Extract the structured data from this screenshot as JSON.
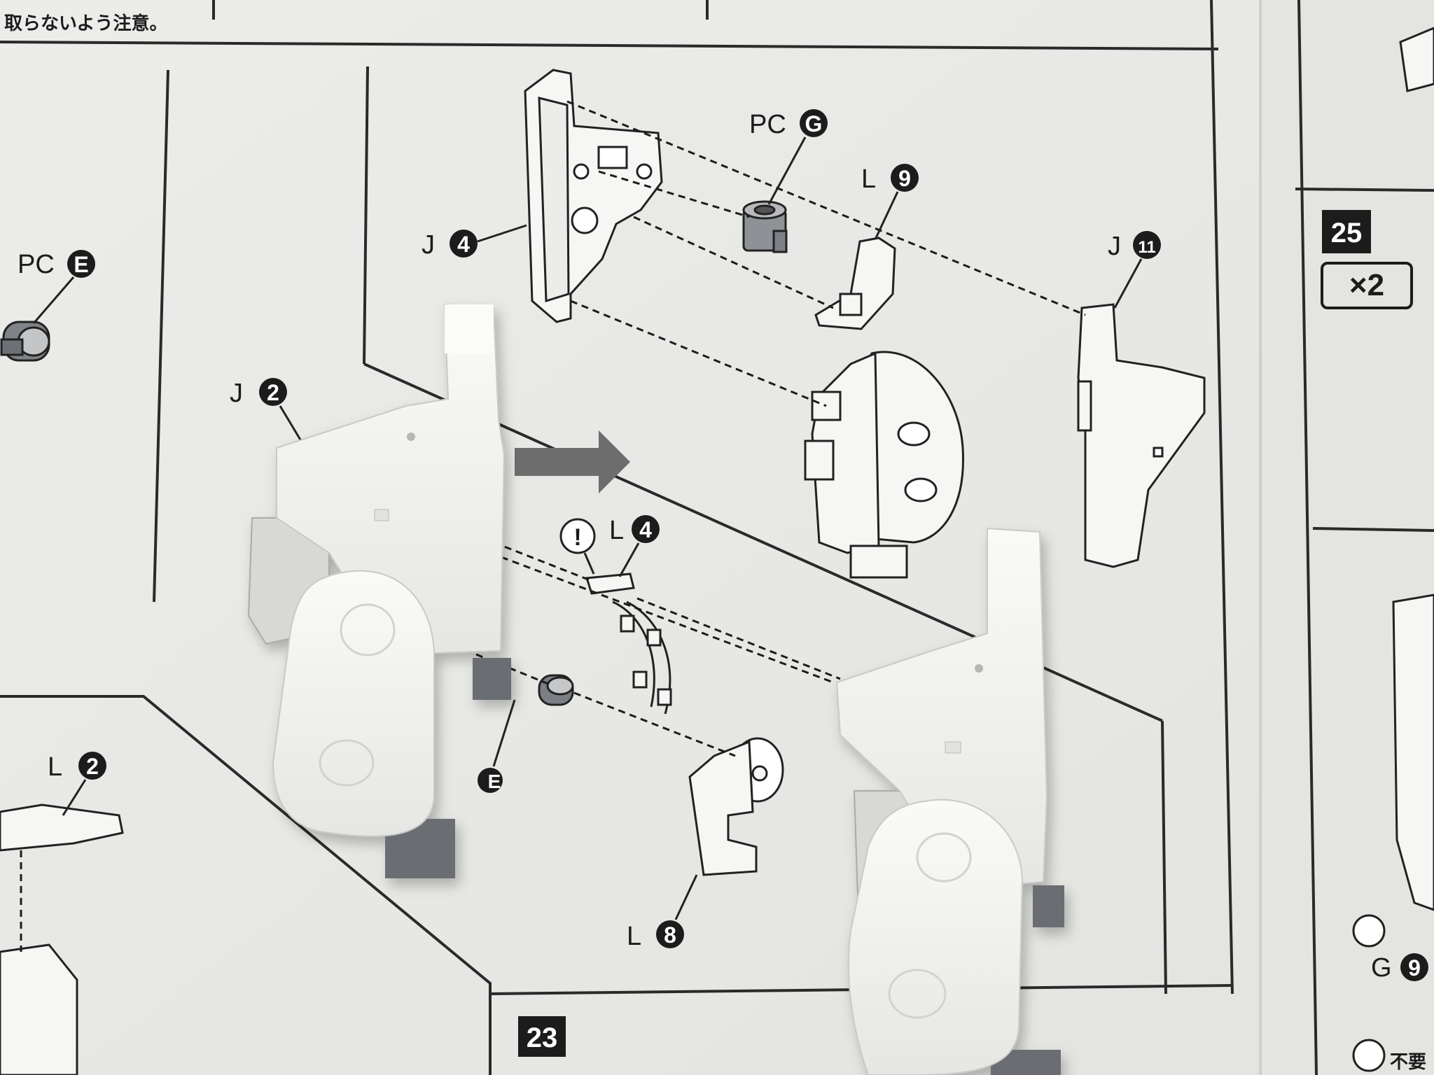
{
  "header_note": "取らないよう注意。",
  "parts": {
    "pc_g": {
      "prefix": "PC",
      "badge": "G"
    },
    "l9": {
      "prefix": "L",
      "badge": "9"
    },
    "j4": {
      "prefix": "J",
      "badge": "4"
    },
    "j11": {
      "prefix": "J",
      "badge": "11"
    },
    "pc_e": {
      "prefix": "PC",
      "badge": "E"
    },
    "j2": {
      "prefix": "J",
      "badge": "2"
    },
    "l4": {
      "prefix": "L",
      "badge": "4"
    },
    "l8": {
      "prefix": "L",
      "badge": "8"
    },
    "l2": {
      "prefix": "L",
      "badge": "2"
    },
    "g9": {
      "prefix": "G",
      "badge": "9"
    },
    "e_partial": {
      "badge": "E"
    }
  },
  "caution_mark": "!",
  "steps": {
    "step23": "23",
    "step25": "25",
    "step25_multiplier": "×2"
  },
  "unused_note": "不要",
  "colors": {
    "paper": "#eeeeeb",
    "plastic_white": "#f4f4f2",
    "plastic_gray": "#6b6e73",
    "ink": "#1c1c1c",
    "arrow_gray": "#6d6d6d"
  }
}
